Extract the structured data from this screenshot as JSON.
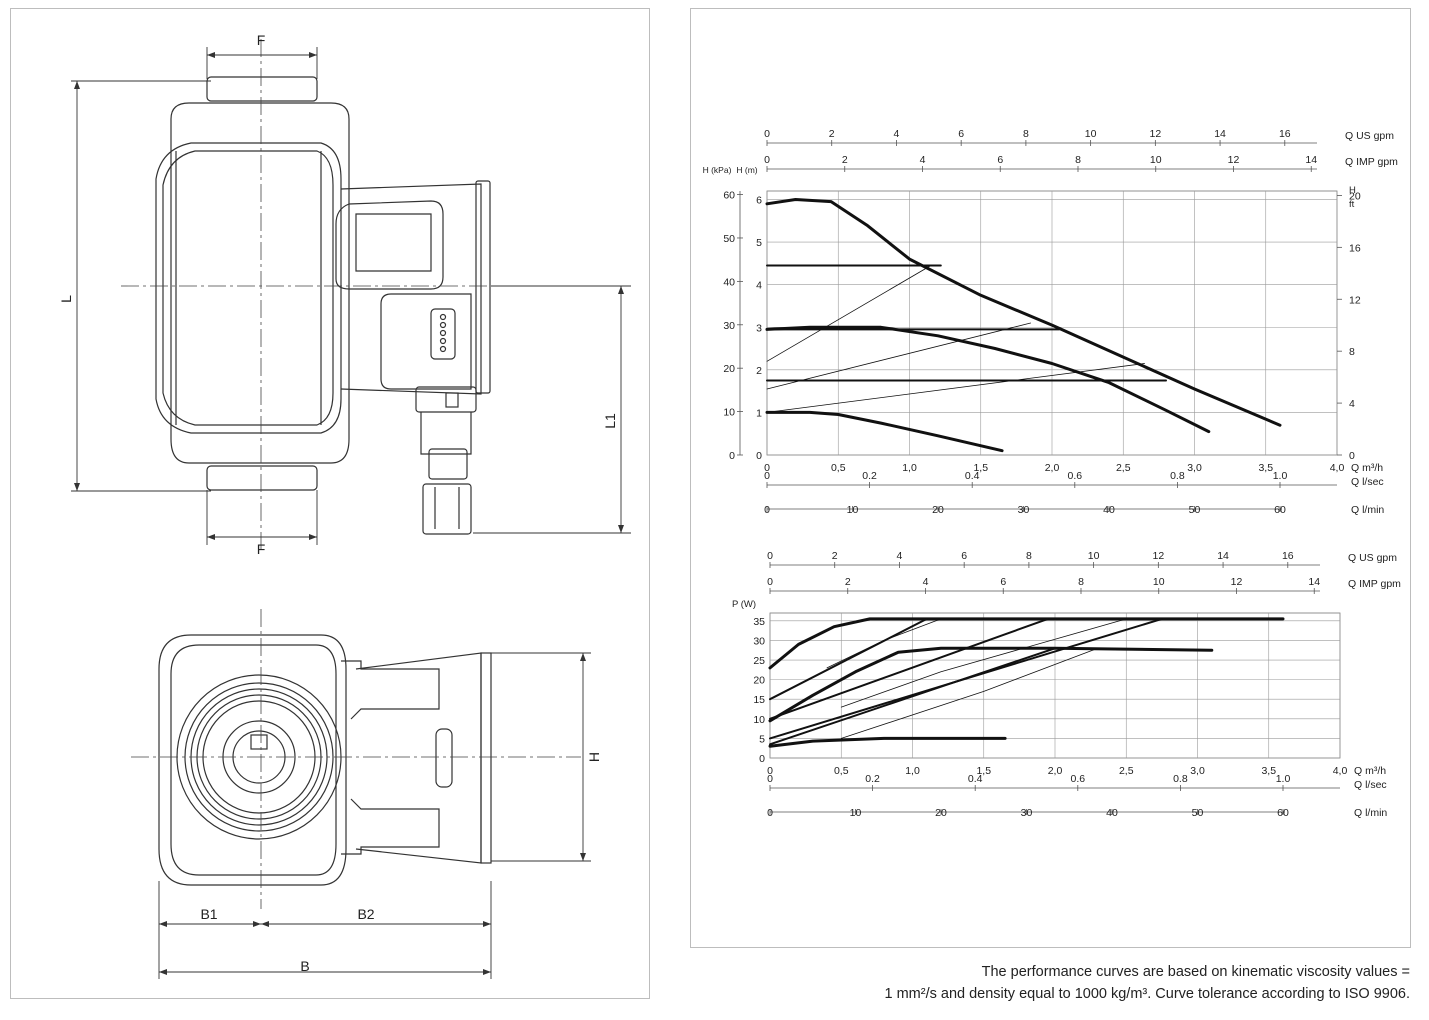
{
  "drawing": {
    "dim_labels": {
      "F_top": "F",
      "F_bottom": "F",
      "L": "L",
      "L1": "L1",
      "H": "H",
      "B1": "B1",
      "B2": "B2",
      "B": "B"
    }
  },
  "note": {
    "line1": "The performance curves are based on kinematic viscosity values =",
    "line2": "1 mm²/s and density equal to 1000 kg/m³. Curve tolerance according to ISO 9906."
  },
  "chart_data": [
    {
      "type": "line",
      "x_axis_main": {
        "label": "Q m³/h",
        "range": [
          0,
          4.0
        ],
        "ticks": [
          "0",
          "0,5",
          "1,0",
          "1,5",
          "2,0",
          "2,5",
          "3,0",
          "3,5",
          "4,0"
        ]
      },
      "x_axis_lsec": {
        "label": "Q l/sec",
        "ticks": [
          "0",
          "0.2",
          "0.4",
          "0.6",
          "0.8",
          "1.0"
        ]
      },
      "x_axis_lmin": {
        "label": "Q l/min",
        "ticks": [
          "0",
          "10",
          "20",
          "30",
          "40",
          "50",
          "60"
        ]
      },
      "x_axis_usgpm": {
        "label": "Q US gpm",
        "ticks": [
          "0",
          "2",
          "4",
          "6",
          "8",
          "10",
          "12",
          "14",
          "16"
        ]
      },
      "x_axis_impgpm": {
        "label": "Q IMP gpm",
        "ticks": [
          "0",
          "2",
          "4",
          "6",
          "8",
          "10",
          "12",
          "14"
        ]
      },
      "y_axis_kpa": {
        "label": "H (kPa)",
        "ticks": [
          "0",
          "10",
          "20",
          "30",
          "40",
          "50",
          "60"
        ]
      },
      "y_axis_m": {
        "label": "H (m)",
        "range": [
          0,
          6.2
        ],
        "ticks": [
          "0",
          "1",
          "2",
          "3",
          "4",
          "5",
          "6"
        ]
      },
      "y_axis_ft": {
        "label_top": "H",
        "label_unit": "ft",
        "ticks": [
          "0",
          "4",
          "8",
          "12",
          "16",
          "20"
        ]
      },
      "grid": true,
      "series": [
        {
          "style": "thick",
          "x": [
            0,
            0.2,
            0.45,
            0.7,
            1.0,
            1.5,
            2.0,
            2.5,
            3.0,
            3.6
          ],
          "y": [
            5.9,
            6.0,
            5.95,
            5.4,
            4.6,
            3.75,
            3.05,
            2.3,
            1.55,
            0.7
          ]
        },
        {
          "style": "thick",
          "x": [
            0,
            0.3,
            0.8,
            1.2,
            1.6,
            2.0,
            2.4,
            2.8,
            3.1
          ],
          "y": [
            2.95,
            3.0,
            3.0,
            2.8,
            2.5,
            2.15,
            1.7,
            1.05,
            0.55
          ]
        },
        {
          "style": "thick",
          "x": [
            0,
            0.3,
            0.5,
            0.8,
            1.2,
            1.65
          ],
          "y": [
            1.0,
            1.0,
            0.95,
            0.75,
            0.45,
            0.1
          ]
        },
        {
          "style": "medium",
          "x": [
            0,
            1.22
          ],
          "y": [
            4.45,
            4.45
          ]
        },
        {
          "style": "medium",
          "x": [
            0,
            2.05
          ],
          "y": [
            2.95,
            2.95
          ]
        },
        {
          "style": "medium",
          "x": [
            0,
            2.8
          ],
          "y": [
            1.75,
            1.75
          ]
        },
        {
          "style": "thin",
          "x": [
            0,
            1.15
          ],
          "y": [
            2.2,
            4.45
          ]
        },
        {
          "style": "thin",
          "x": [
            0,
            1.85
          ],
          "y": [
            1.55,
            3.1
          ]
        },
        {
          "style": "thin",
          "x": [
            0,
            2.65
          ],
          "y": [
            1.0,
            2.15
          ]
        }
      ]
    },
    {
      "type": "line",
      "x_axis_main": {
        "label": "Q m³/h",
        "range": [
          0,
          4.0
        ],
        "ticks": [
          "0",
          "0,5",
          "1,0",
          "1,5",
          "2,0",
          "2,5",
          "3,0",
          "3,5",
          "4,0"
        ]
      },
      "x_axis_lsec": {
        "label": "Q l/sec",
        "ticks": [
          "0",
          "0.2",
          "0.4",
          "0.6",
          "0.8",
          "1.0"
        ]
      },
      "x_axis_lmin": {
        "label": "Q l/min",
        "ticks": [
          "0",
          "10",
          "20",
          "30",
          "40",
          "50",
          "60"
        ]
      },
      "x_axis_usgpm": {
        "label": "Q US gpm",
        "ticks": [
          "0",
          "2",
          "4",
          "6",
          "8",
          "10",
          "12",
          "14",
          "16"
        ]
      },
      "x_axis_impgpm": {
        "label": "Q IMP gpm",
        "ticks": [
          "0",
          "2",
          "4",
          "6",
          "8",
          "10",
          "12",
          "14"
        ]
      },
      "y_axis": {
        "label": "P (W)",
        "range": [
          0,
          37
        ],
        "ticks": [
          "0",
          "5",
          "10",
          "15",
          "20",
          "25",
          "30",
          "35"
        ]
      },
      "grid": true,
      "series": [
        {
          "style": "thick",
          "x": [
            0,
            0.2,
            0.45,
            0.7,
            1.2,
            2.0,
            3.6
          ],
          "y": [
            23,
            29,
            33.5,
            35.5,
            35.5,
            35.5,
            35.5
          ]
        },
        {
          "style": "thick",
          "x": [
            0,
            0.3,
            0.6,
            0.9,
            1.2,
            2.0,
            3.1
          ],
          "y": [
            9.5,
            16,
            22,
            27,
            28,
            28,
            27.5
          ]
        },
        {
          "style": "thick",
          "x": [
            0,
            0.3,
            0.8,
            1.65
          ],
          "y": [
            3,
            4.3,
            5,
            5
          ]
        },
        {
          "style": "medium",
          "x": [
            0,
            1.1
          ],
          "y": [
            15,
            35.5
          ]
        },
        {
          "style": "medium",
          "x": [
            0,
            1.95
          ],
          "y": [
            10,
            35.5
          ]
        },
        {
          "style": "medium",
          "x": [
            0,
            2.75
          ],
          "y": [
            5,
            35.5
          ]
        },
        {
          "style": "medium",
          "x": [
            0,
            2.0
          ],
          "y": [
            3.5,
            28
          ]
        },
        {
          "style": "thin",
          "x": [
            0.4,
            0.8,
            1.2
          ],
          "y": [
            23,
            30,
            35.5
          ]
        },
        {
          "style": "thin",
          "x": [
            0.5,
            1.2,
            2.5
          ],
          "y": [
            13,
            22,
            35.5
          ]
        },
        {
          "style": "thin",
          "x": [
            0.5,
            1.5,
            2.3
          ],
          "y": [
            5,
            17,
            28
          ]
        }
      ]
    }
  ]
}
